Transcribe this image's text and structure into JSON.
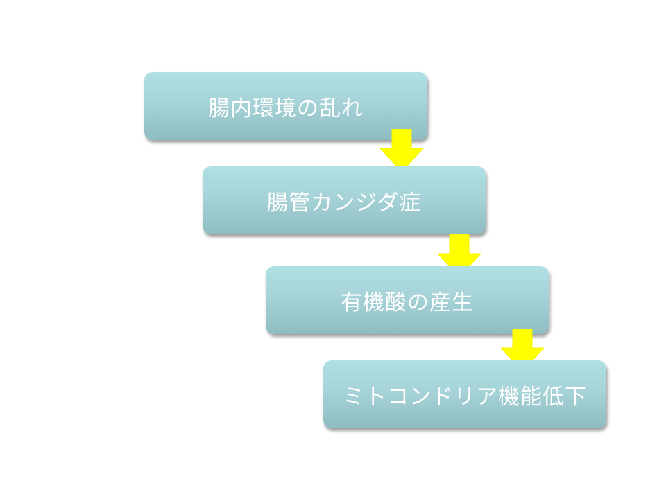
{
  "flow": {
    "steps": [
      {
        "label": "腸内環境の乱れ"
      },
      {
        "label": "腸管カンジダ症"
      },
      {
        "label": "有機酸の産生"
      },
      {
        "label": "ミトコンドリア機能低下"
      }
    ],
    "box_color": "#a6d3d8",
    "text_color": "#ffffff",
    "arrow_color": "#ffff00",
    "arrow_icon": "arrow-down-icon"
  }
}
